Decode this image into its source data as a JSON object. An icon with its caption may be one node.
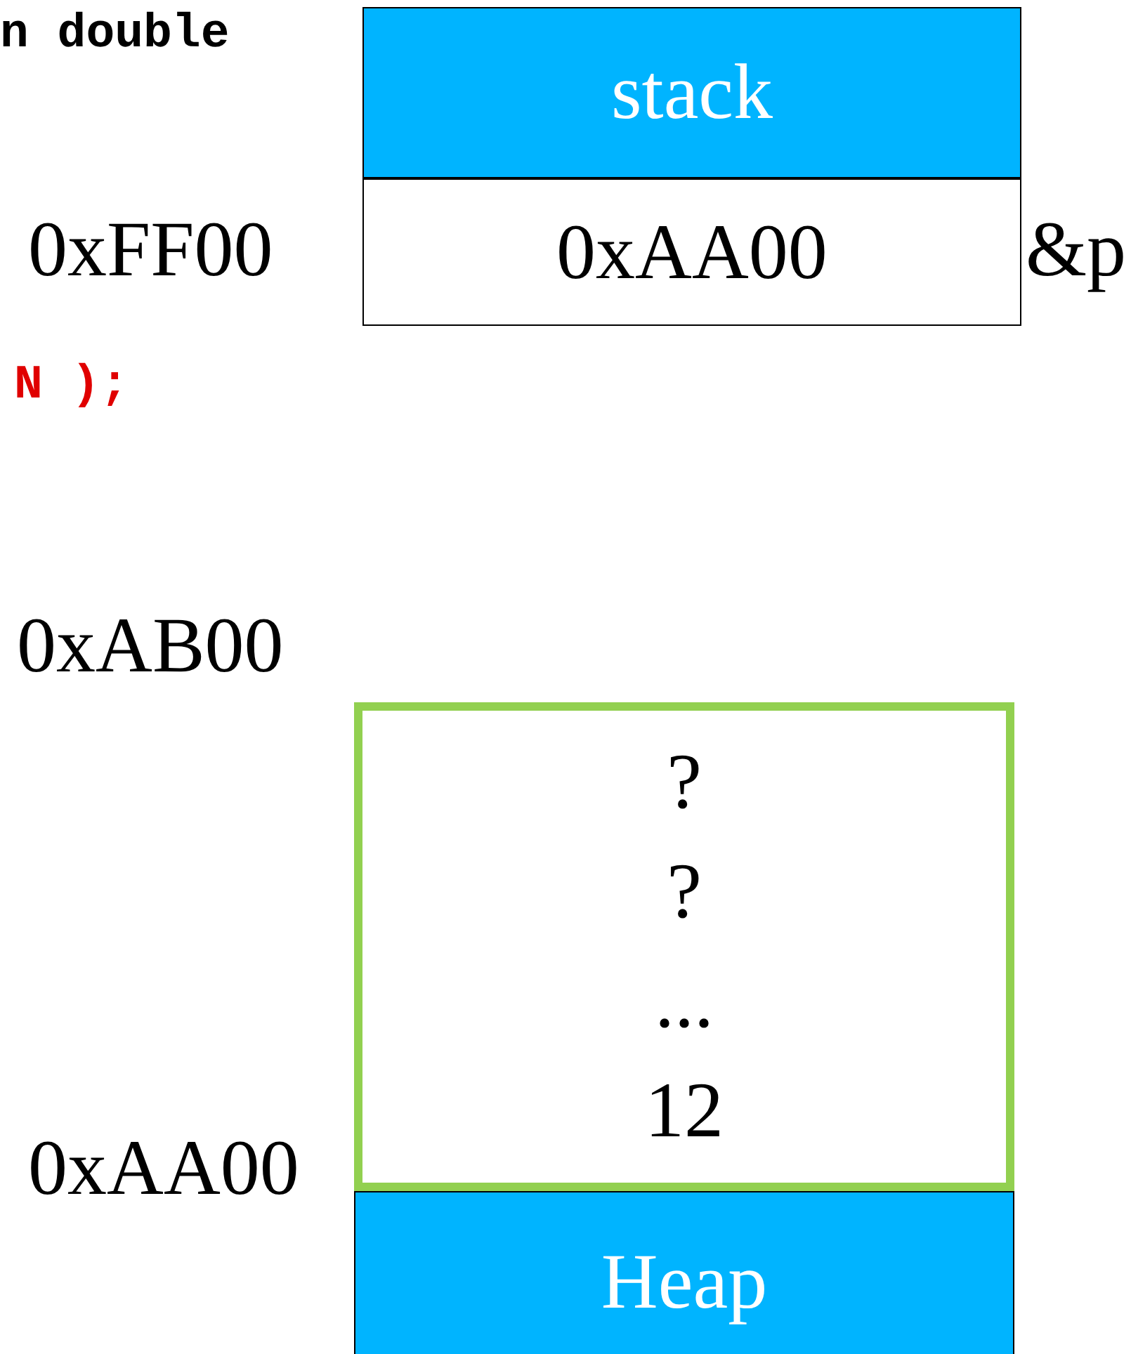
{
  "diagram": {
    "nodes": [
      {
        "text": [
          "stack"
        ]
      },
      {
        "text": [
          "0xAA00"
        ],
        "beside": [
          "0xFF00",
          "&p"
        ]
      },
      {
        "text": [
          "?",
          "?",
          "...",
          "12"
        ]
      },
      {
        "text": [
          "Heap"
        ]
      }
    ],
    "labels": [
      "n double",
      "N );",
      "0xAB00",
      "0xAA00"
    ]
  }
}
